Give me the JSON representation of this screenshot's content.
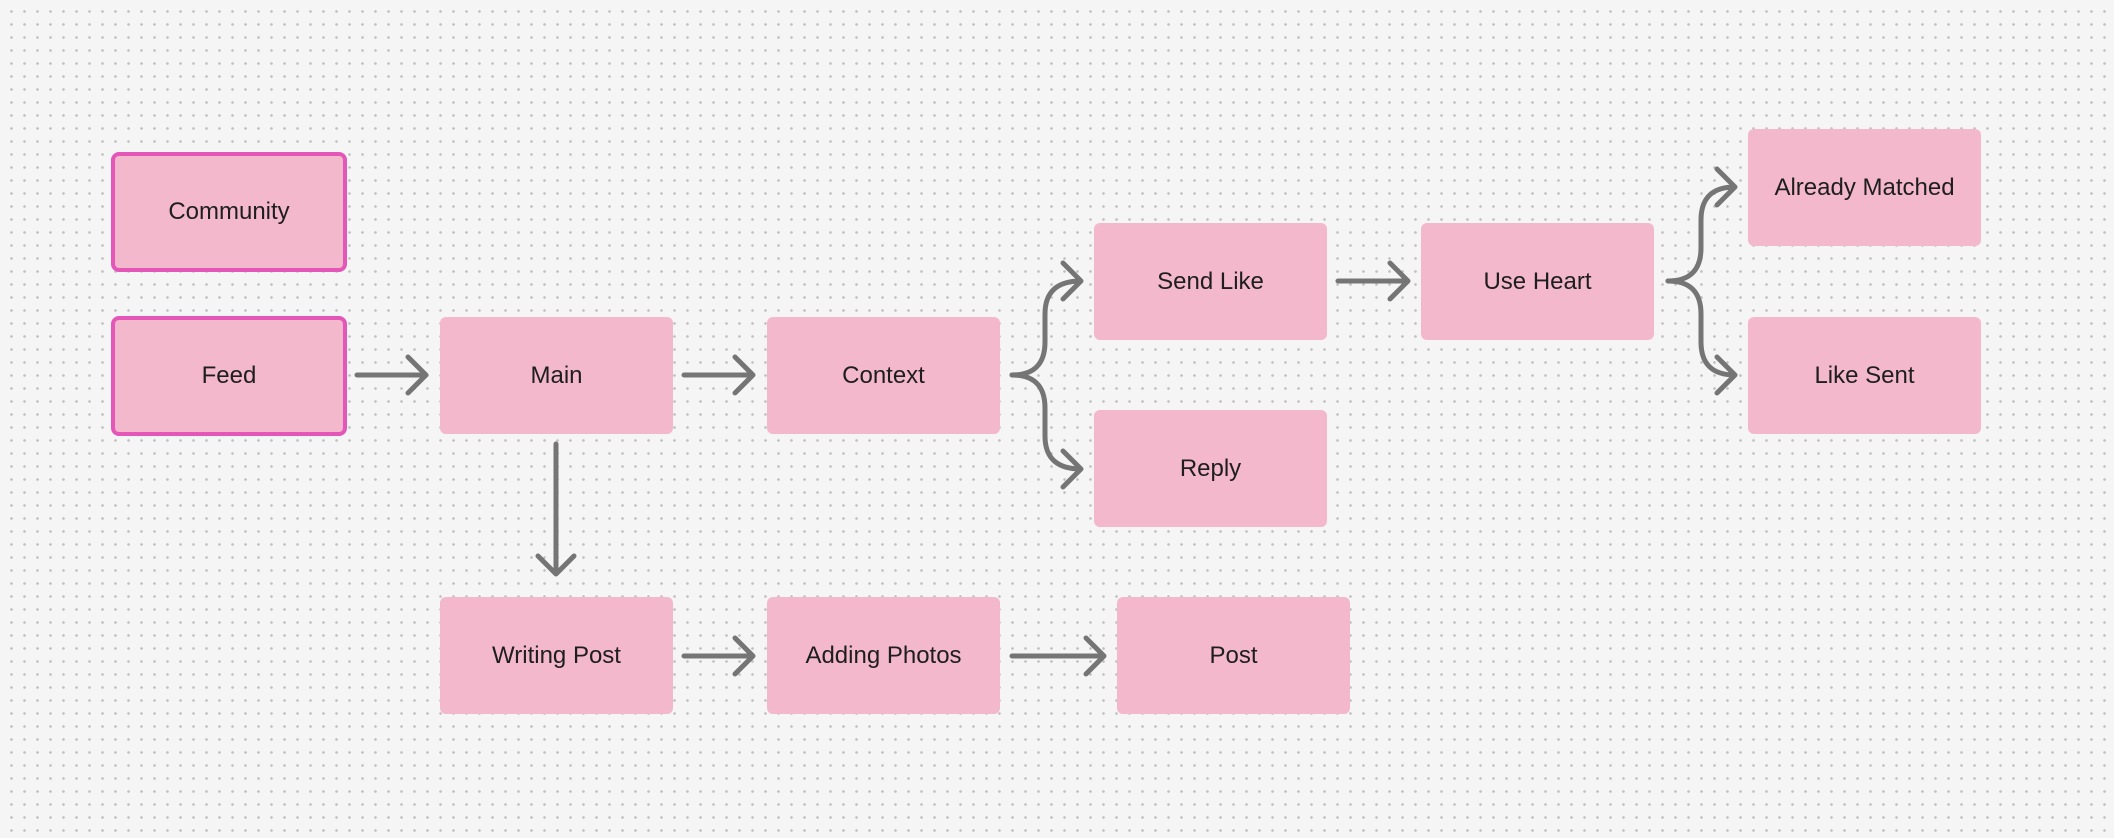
{
  "colors": {
    "background": "#f5f5f5",
    "dot": "#c2c2c2",
    "node_fill": "#f4b8cd",
    "selected_border": "#e457b9",
    "arrow": "#757575",
    "text": "#1e1e1e"
  },
  "nodes": {
    "community": "Community",
    "feed": "Feed",
    "main": "Main",
    "context": "Context",
    "send_like": "Send Like",
    "reply": "Reply",
    "use_heart": "Use Heart",
    "already_matched": "Already Matched",
    "like_sent": "Like Sent",
    "writing_post": "Writing Post",
    "adding_photos": "Adding Photos",
    "post": "Post"
  },
  "connections": [
    {
      "from": "feed",
      "to": "main"
    },
    {
      "from": "main",
      "to": "context"
    },
    {
      "from": "main",
      "to": "writing_post"
    },
    {
      "from": "context",
      "to": "send_like"
    },
    {
      "from": "context",
      "to": "reply"
    },
    {
      "from": "send_like",
      "to": "use_heart"
    },
    {
      "from": "use_heart",
      "to": "already_matched"
    },
    {
      "from": "use_heart",
      "to": "like_sent"
    },
    {
      "from": "writing_post",
      "to": "adding_photos"
    },
    {
      "from": "adding_photos",
      "to": "post"
    }
  ]
}
